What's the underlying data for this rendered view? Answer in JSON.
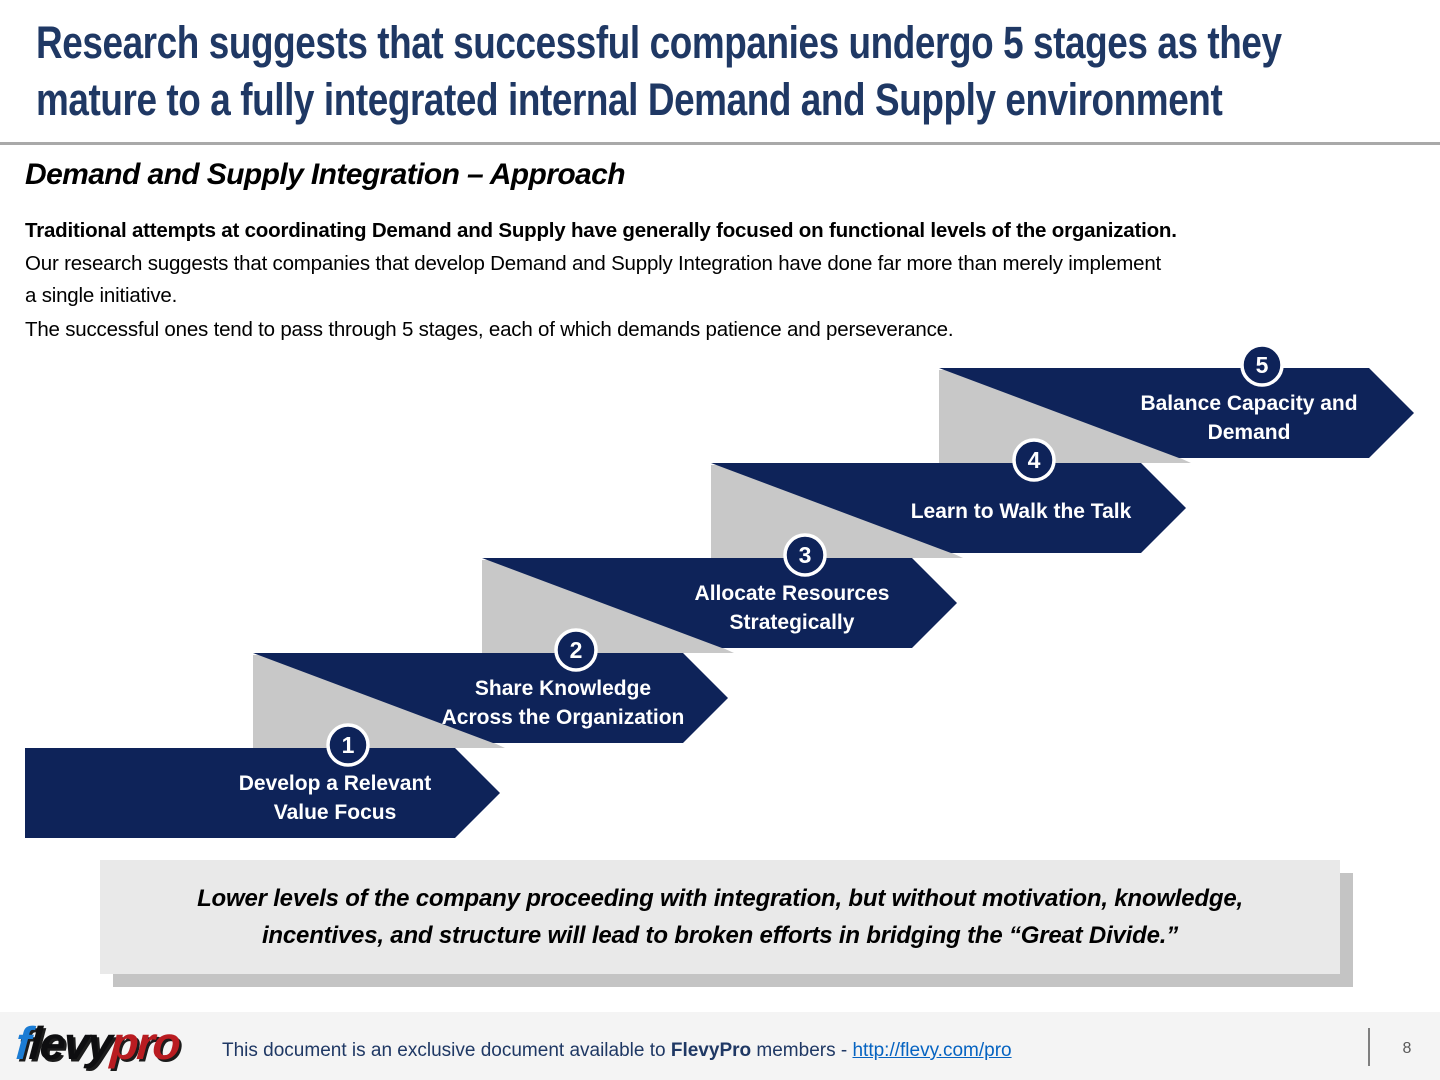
{
  "title_lines": [
    "Research suggests that successful companies undergo 5 stages as they",
    "mature to a fully integrated internal Demand and Supply environment"
  ],
  "subtitle": "Demand and Supply Integration – Approach",
  "intro": {
    "bold_line": "Traditional attempts at coordinating Demand and Supply have generally focused on functional levels of the organization.",
    "para_lines": [
      "Our research suggests that companies that develop Demand and Supply Integration have done far more than merely implement",
      "a single initiative."
    ],
    "closing_line": "The successful ones tend to pass through 5 stages, each of which demands patience and perseverance."
  },
  "stages": [
    {
      "number": "1",
      "label_lines": [
        "Develop a Relevant",
        "Value Focus"
      ]
    },
    {
      "number": "2",
      "label_lines": [
        "Share Knowledge",
        "Across the Organization"
      ]
    },
    {
      "number": "3",
      "label_lines": [
        "Allocate Resources",
        "Strategically"
      ]
    },
    {
      "number": "4",
      "label_lines": [
        "Learn to Walk the Talk"
      ]
    },
    {
      "number": "5",
      "label_lines": [
        "Balance Capacity and",
        "Demand"
      ]
    }
  ],
  "callout_lines": [
    "Lower levels of the company proceeding with integration, but without motivation, knowledge,",
    "incentives, and structure will lead to broken efforts in bridging the “Great Divide.”"
  ],
  "footer": {
    "logo_part_blue": "f",
    "logo_part_black": "levy",
    "logo_part_red": "pro",
    "text_prefix": "This document is an exclusive document available to ",
    "brand": "FlevyPro",
    "text_suffix": " members - ",
    "link": "http://flevy.com/pro",
    "page_number": "8"
  },
  "colors": {
    "navy": "#0E2359",
    "title_blue": "#1F3864",
    "step_gray": "#C8C8C8",
    "callout_bg": "#E9E9E9",
    "link_blue": "#0563C1",
    "logo_blue": "#1B7CD4",
    "logo_red": "#B91C21"
  }
}
